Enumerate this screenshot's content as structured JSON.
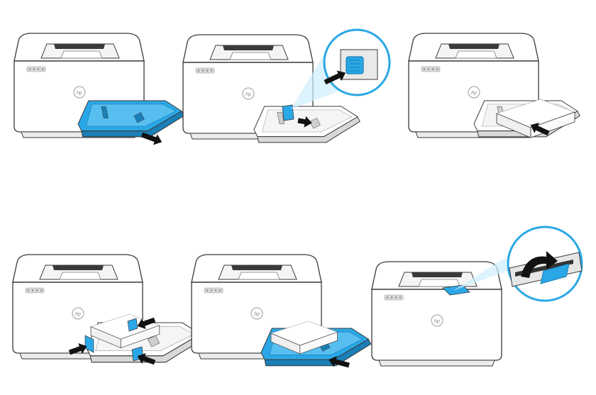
{
  "brand": {
    "logo_text": "hp"
  },
  "colors": {
    "outline": "#3a3a3a",
    "body": "#ffffff",
    "body_shade": "#ececec",
    "tray_blue": "#2aa7e6",
    "tray_blue_dark": "#1b7fb8",
    "arrow": "#111111",
    "callout_ring": "#2aa7e6",
    "paper_edge": "#9a9a9a"
  },
  "steps": [
    {
      "id": 1,
      "action": "pull-out-tray",
      "callout": false
    },
    {
      "id": 2,
      "action": "slide-guide-lever",
      "callout": true
    },
    {
      "id": 3,
      "action": "insert-paper-stack",
      "callout": false
    },
    {
      "id": 4,
      "action": "adjust-paper-guides",
      "callout": false
    },
    {
      "id": 5,
      "action": "push-tray-in",
      "callout": false
    },
    {
      "id": 6,
      "action": "unfold-output-extension",
      "callout": true
    }
  ]
}
